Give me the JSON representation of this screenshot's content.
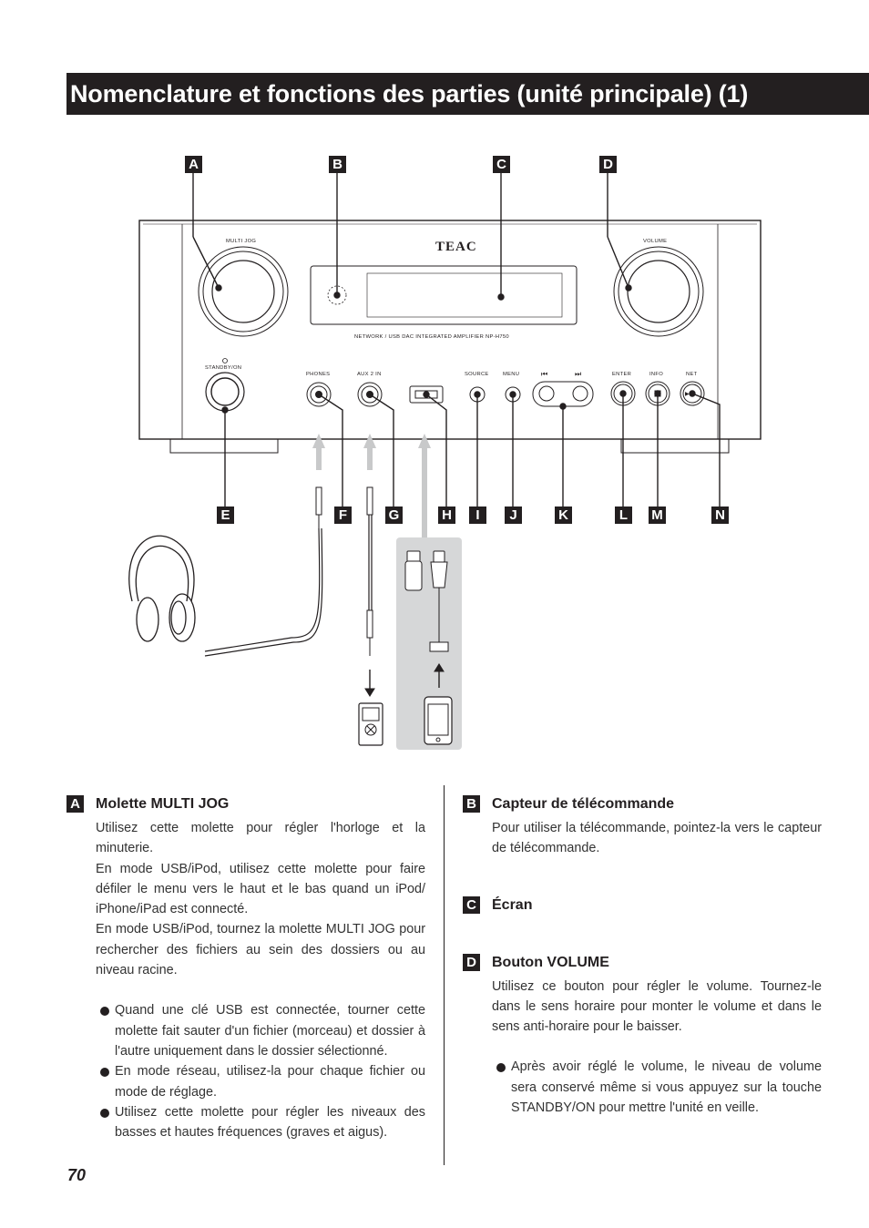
{
  "title": "Nomenclature et fonctions des parties (unité principale) (1)",
  "diagram": {
    "brand": "TEAC",
    "model_text": "NETWORK / USB DAC INTEGRATED AMPLIFIER NP-H750",
    "panel_labels": {
      "multi_jog": "MULTI JOG",
      "volume": "VOLUME",
      "standby": "STANDBY/ON",
      "phones": "PHONES",
      "aux": "AUX 2 IN",
      "source": "SOURCE",
      "menu": "MENU",
      "prev": "⏮",
      "next": "⏭",
      "enter": "ENTER",
      "info": "INFO",
      "net": "NET",
      "play": "▶/II"
    },
    "callouts_top": [
      "A",
      "B",
      "C",
      "D"
    ],
    "callouts_bottom": [
      "E",
      "F",
      "G",
      "H",
      "I",
      "J",
      "K",
      "L",
      "M",
      "N"
    ]
  },
  "sections": {
    "A": {
      "letter": "A",
      "title": "Molette MULTI JOG",
      "paragraphs": [
        "Utilisez cette molette pour régler l'horloge et la minuterie.",
        "En mode USB/iPod, utilisez cette molette pour faire défiler le menu vers le haut et le bas quand un iPod/ iPhone/iPad est connecté.",
        "En mode USB/iPod, tournez la molette MULTI JOG pour rechercher des fichiers au sein des dossiers ou au niveau racine."
      ],
      "bullets": [
        "Quand une clé USB est connectée, tourner cette molette fait sauter d'un fichier (morceau) et dossier à l'autre uniquement dans le dossier sélectionné.",
        "En mode réseau, utilisez-la pour chaque fichier ou mode de réglage.",
        "Utilisez cette molette pour régler les niveaux des basses et hautes fréquences (graves et aigus)."
      ]
    },
    "B": {
      "letter": "B",
      "title": "Capteur de télécommande",
      "paragraphs": [
        "Pour utiliser la télécommande, pointez-la vers le capteur de télécommande."
      ]
    },
    "C": {
      "letter": "C",
      "title": "Écran"
    },
    "D": {
      "letter": "D",
      "title": "Bouton VOLUME",
      "paragraphs": [
        "Utilisez ce bouton pour régler le volume. Tournez-le dans le sens horaire pour monter le volume et dans le sens anti-horaire pour le baisser."
      ],
      "bullets": [
        "Après avoir réglé le volume, le niveau de volume sera conservé même si vous appuyez sur la touche STANDBY/ON pour mettre l'unité en veille."
      ]
    }
  },
  "page_number": "70"
}
